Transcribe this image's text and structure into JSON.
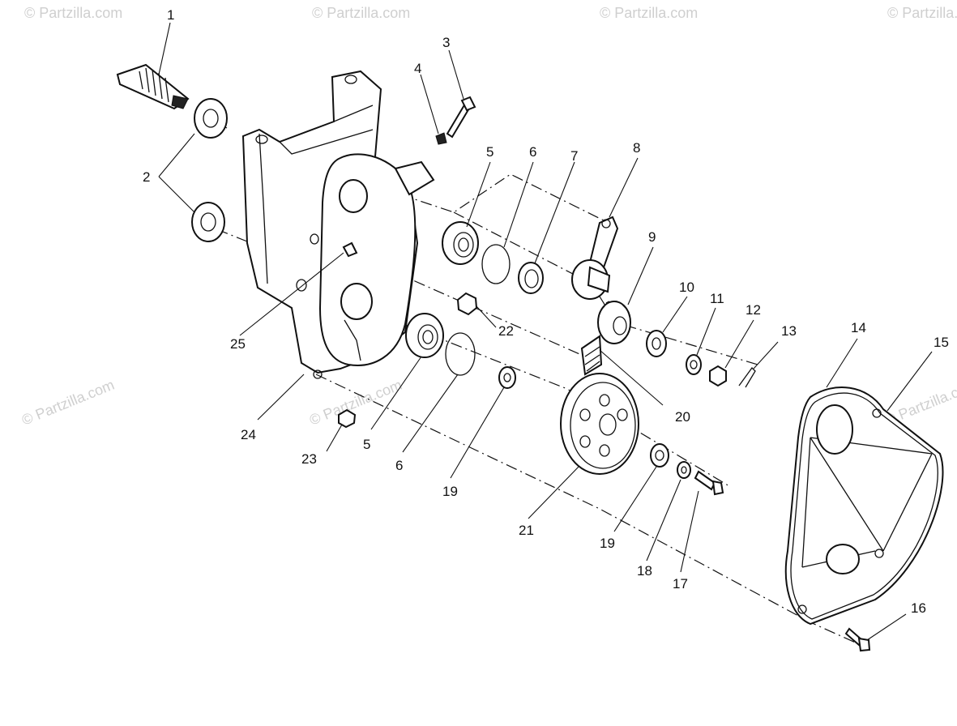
{
  "watermark": "© Partzilla.com",
  "callouts": {
    "c1": "1",
    "c2": "2",
    "c3": "3",
    "c4": "4",
    "c5a": "5",
    "c5b": "5",
    "c6a": "6",
    "c6b": "6",
    "c7": "7",
    "c8": "8",
    "c9": "9",
    "c10": "10",
    "c11": "11",
    "c12": "12",
    "c13": "13",
    "c14": "14",
    "c15": "15",
    "c16": "16",
    "c17": "17",
    "c18": "18",
    "c19a": "19",
    "c19b": "19",
    "c20": "20",
    "c21": "21",
    "c22": "22",
    "c23": "23",
    "c24": "24",
    "c25": "25"
  },
  "colors": {
    "line": "#111111",
    "watermark": "#cfcfcf",
    "background": "#ffffff"
  }
}
